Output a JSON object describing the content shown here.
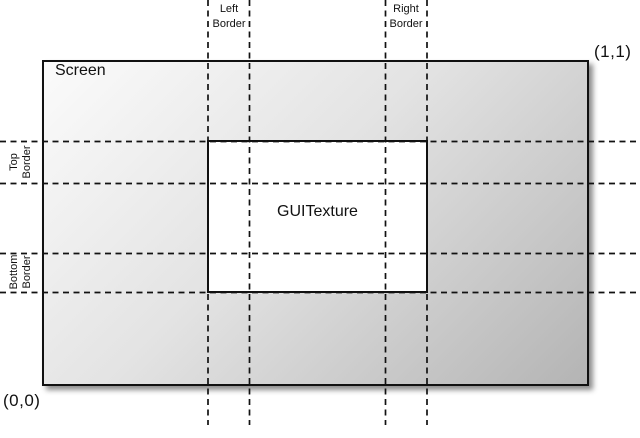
{
  "diagram": {
    "title_context": "GUITexture screen placement diagram",
    "screen_label": "Screen",
    "texture_label": "GUITexture",
    "corner_top_right": "(1,1)",
    "corner_bottom_left": "(0,0)",
    "left_border_label": "Left\nBorder",
    "right_border_label": "Right\nBorder",
    "top_border_label": "Top\nBorder",
    "bottom_border_label": "Bottom\nBorder",
    "colors": {
      "line": "#111111",
      "screen_gradient_start": "#fbfbfb",
      "screen_gradient_end": "#b4b4b4",
      "texture_fill": "#ffffff",
      "background": "#ffffff"
    }
  }
}
